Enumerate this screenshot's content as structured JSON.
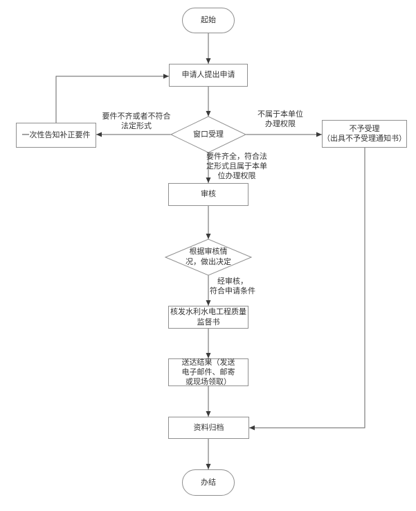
{
  "diagram": {
    "type": "flowchart",
    "nodes": {
      "start": {
        "label": "起始",
        "shape": "terminator"
      },
      "apply": {
        "label": "申请人提出申请",
        "shape": "process"
      },
      "window_accept": {
        "label": "窗口受理",
        "shape": "decision"
      },
      "notify_correction": {
        "label": "一次性告知补正要件",
        "shape": "process"
      },
      "reject": {
        "label": "不予受理\n（出具不予受理通知书）",
        "shape": "process"
      },
      "review": {
        "label": "审核",
        "shape": "process"
      },
      "decide": {
        "label": "根据审核情\n况，做出决定",
        "shape": "decision"
      },
      "issue": {
        "label": "核发水利水电工程质量\n监督书",
        "shape": "process"
      },
      "deliver": {
        "label": "送达结果（发送\n电子邮件、邮寄\n或现场领取）",
        "shape": "process"
      },
      "archive": {
        "label": "资料归档",
        "shape": "process"
      },
      "end": {
        "label": "办结",
        "shape": "terminator"
      }
    },
    "edge_labels": {
      "incomplete": "要件不齐或者不符合\n法定形式",
      "not_authority": "不属于本单位\n办理权限",
      "complete": "要件齐全，符合法\n定形式且属于本单\n位办理权限",
      "approved": "经审核，\n符合申请条件"
    },
    "edges": [
      {
        "from": "start",
        "to": "apply",
        "label": ""
      },
      {
        "from": "apply",
        "to": "window_accept",
        "label": ""
      },
      {
        "from": "window_accept",
        "to": "notify_correction",
        "label": "要件不齐或者不符合法定形式"
      },
      {
        "from": "window_accept",
        "to": "reject",
        "label": "不属于本单位办理权限"
      },
      {
        "from": "window_accept",
        "to": "review",
        "label": "要件齐全，符合法定形式且属于本单位办理权限"
      },
      {
        "from": "notify_correction",
        "to": "apply",
        "label": ""
      },
      {
        "from": "review",
        "to": "decide",
        "label": ""
      },
      {
        "from": "decide",
        "to": "issue",
        "label": "经审核，符合申请条件"
      },
      {
        "from": "issue",
        "to": "deliver",
        "label": ""
      },
      {
        "from": "deliver",
        "to": "archive",
        "label": ""
      },
      {
        "from": "reject",
        "to": "archive",
        "label": ""
      },
      {
        "from": "archive",
        "to": "end",
        "label": ""
      }
    ]
  },
  "colors": {
    "background": "#ffffff",
    "node_fill": "#ffffff",
    "node_stroke": "#8f8f8f",
    "line": "#616161",
    "arrow": "#3b3b3b",
    "text": "#333333"
  }
}
